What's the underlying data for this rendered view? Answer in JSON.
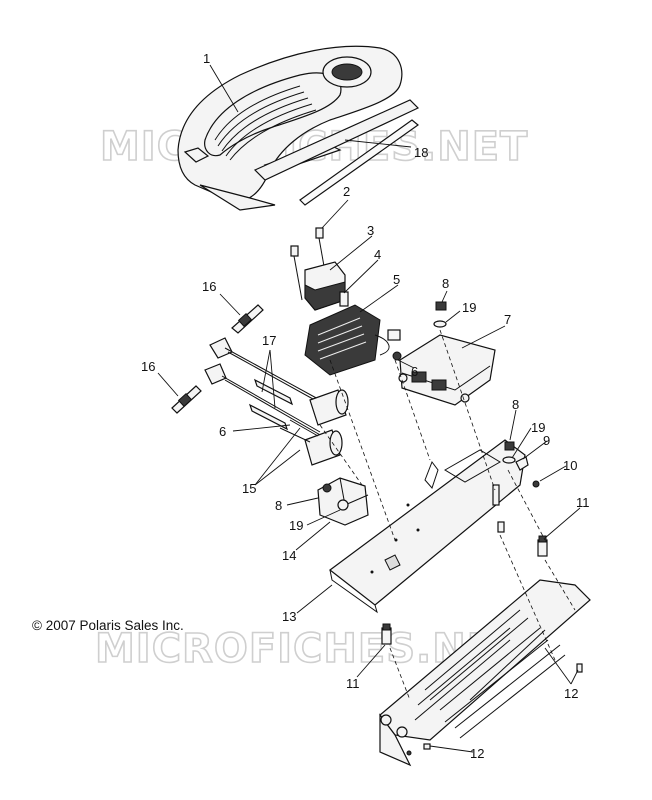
{
  "watermarks": [
    "MICROFICHES.NET",
    "MICROFICHES.NET"
  ],
  "copyright": "© 2007 Polaris Sales Inc.",
  "callouts": [
    "1",
    "18",
    "2",
    "3",
    "4",
    "5",
    "8",
    "19",
    "7",
    "16",
    "17",
    "16",
    "6",
    "6",
    "8",
    "19",
    "9",
    "10",
    "15",
    "8",
    "19",
    "14",
    "11",
    "13",
    "11",
    "12",
    "12"
  ]
}
